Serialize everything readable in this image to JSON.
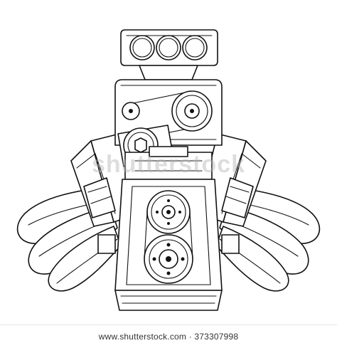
{
  "illustration": {
    "subject_icon": "engine-line-drawing",
    "stroke_color": "#111111",
    "background_color": "#ffffff"
  },
  "watermark": {
    "text": "shutterstock"
  },
  "footer": {
    "text": "www.shutterstock.com · 373307998"
  }
}
